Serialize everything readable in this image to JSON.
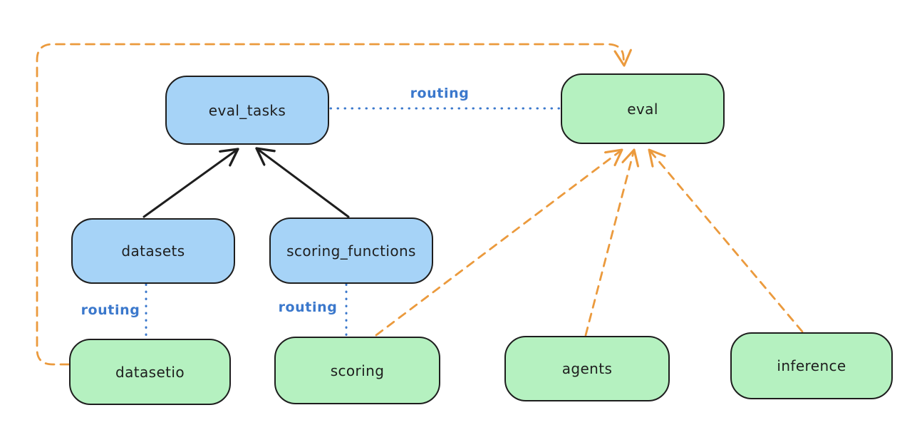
{
  "diagram": {
    "nodes": {
      "eval_tasks": {
        "label": "eval_tasks",
        "kind": "blue"
      },
      "eval": {
        "label": "eval",
        "kind": "green"
      },
      "datasets": {
        "label": "datasets",
        "kind": "blue"
      },
      "scoring_functions": {
        "label": "scoring_functions",
        "kind": "blue"
      },
      "datasetio": {
        "label": "datasetio",
        "kind": "green"
      },
      "scoring": {
        "label": "scoring",
        "kind": "green"
      },
      "agents": {
        "label": "agents",
        "kind": "green"
      },
      "inference": {
        "label": "inference",
        "kind": "green"
      }
    },
    "edge_labels": {
      "routing_top": "routing",
      "routing_left": "routing",
      "routing_mid": "routing"
    },
    "edges": [
      {
        "from": "datasets",
        "to": "eval_tasks",
        "style": "solid",
        "color": "black",
        "arrow": true,
        "label": ""
      },
      {
        "from": "scoring_functions",
        "to": "eval_tasks",
        "style": "solid",
        "color": "black",
        "arrow": true,
        "label": ""
      },
      {
        "from": "eval_tasks",
        "to": "eval",
        "style": "dotted",
        "color": "blue",
        "arrow": false,
        "label": "routing"
      },
      {
        "from": "datasets",
        "to": "datasetio",
        "style": "dotted",
        "color": "blue",
        "arrow": false,
        "label": "routing"
      },
      {
        "from": "scoring_functions",
        "to": "scoring",
        "style": "dotted",
        "color": "blue",
        "arrow": false,
        "label": "routing"
      },
      {
        "from": "datasetio",
        "to": "eval",
        "style": "dashed",
        "color": "orange",
        "arrow": true,
        "label": ""
      },
      {
        "from": "scoring",
        "to": "eval",
        "style": "dashed",
        "color": "orange",
        "arrow": true,
        "label": ""
      },
      {
        "from": "agents",
        "to": "eval",
        "style": "dashed",
        "color": "orange",
        "arrow": true,
        "label": ""
      },
      {
        "from": "inference",
        "to": "eval",
        "style": "dashed",
        "color": "orange",
        "arrow": true,
        "label": ""
      }
    ],
    "colors": {
      "background": "#ffffff",
      "node_blue_fill": "#a6d3f7",
      "node_green_fill": "#b5f1c0",
      "node_stroke": "#1e1e1e",
      "edge_orange": "#eb9a3d",
      "edge_blue": "#3b78cc",
      "edge_black": "#1e1e1e"
    }
  }
}
